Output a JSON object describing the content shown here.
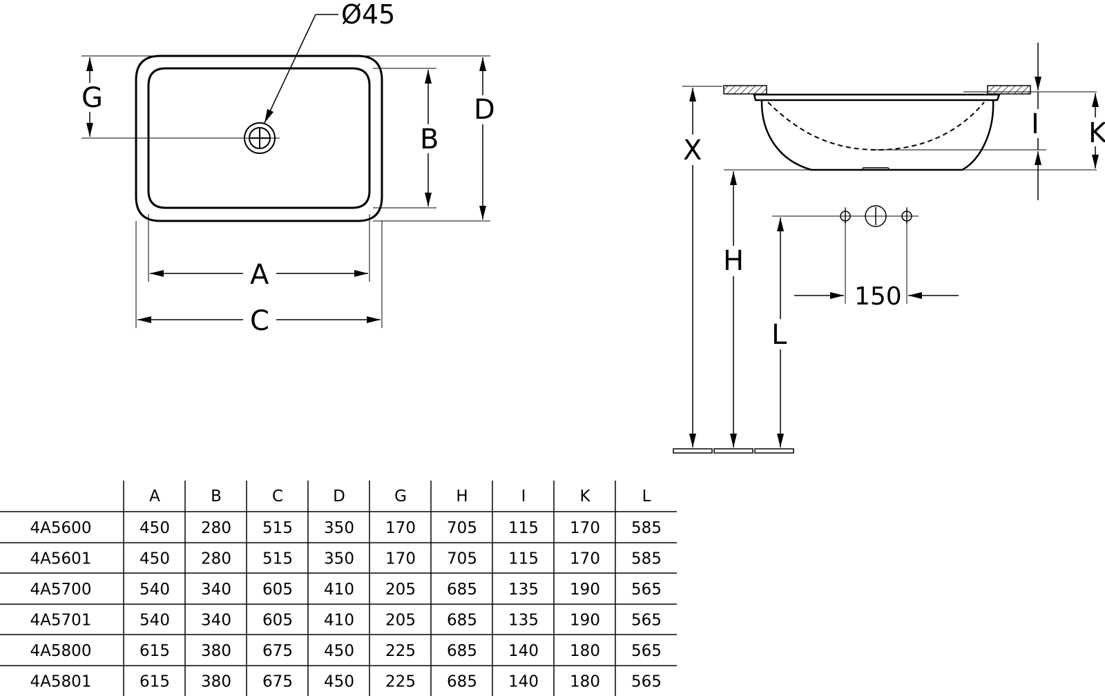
{
  "plan_view": {
    "drain_diameter": "Ø45",
    "labels": {
      "g": "G",
      "b": "B",
      "d": "D",
      "a": "A",
      "c": "C"
    }
  },
  "side_view": {
    "labels": {
      "x": "X",
      "h": "H",
      "l": "L",
      "i": "I",
      "k": "K"
    },
    "tap_spacing": "150"
  },
  "table": {
    "headers": [
      "",
      "A",
      "B",
      "C",
      "D",
      "G",
      "H",
      "I",
      "K",
      "L"
    ],
    "rows": [
      [
        "4A5600",
        "450",
        "280",
        "515",
        "350",
        "170",
        "705",
        "115",
        "170",
        "585"
      ],
      [
        "4A5601",
        "450",
        "280",
        "515",
        "350",
        "170",
        "705",
        "115",
        "170",
        "585"
      ],
      [
        "4A5700",
        "540",
        "340",
        "605",
        "410",
        "205",
        "685",
        "135",
        "190",
        "565"
      ],
      [
        "4A5701",
        "540",
        "340",
        "605",
        "410",
        "205",
        "685",
        "135",
        "190",
        "565"
      ],
      [
        "4A5800",
        "615",
        "380",
        "675",
        "450",
        "225",
        "685",
        "140",
        "180",
        "565"
      ],
      [
        "4A5801",
        "615",
        "380",
        "675",
        "450",
        "225",
        "685",
        "140",
        "180",
        "565"
      ]
    ]
  }
}
